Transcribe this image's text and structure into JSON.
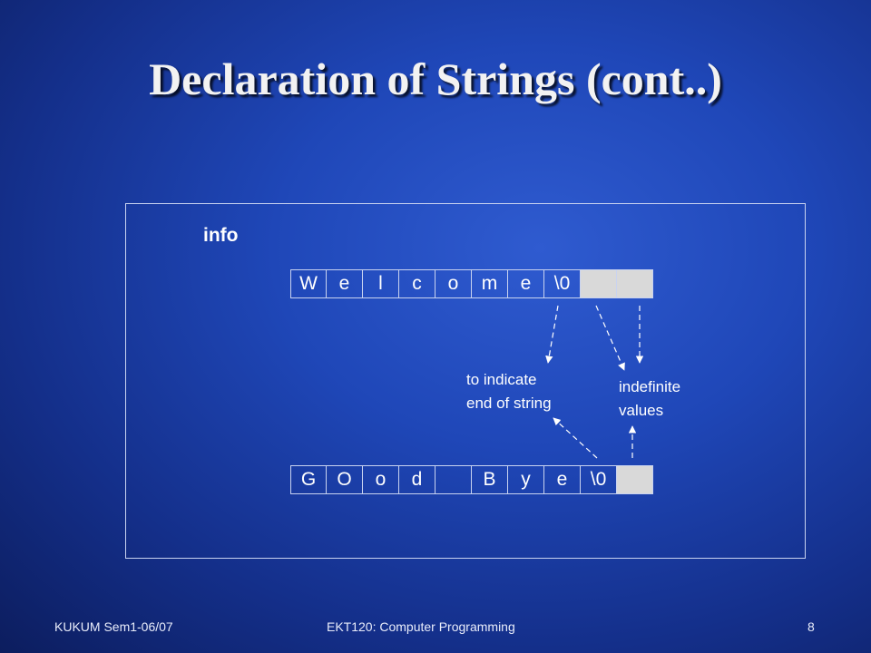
{
  "slide": {
    "title": "Declaration of Strings (cont..)"
  },
  "diagram": {
    "variable_name": "info",
    "row1": [
      "W",
      "e",
      "l",
      "c",
      "o",
      "m",
      "e",
      "\\0",
      "",
      ""
    ],
    "row2": [
      "G",
      "O",
      "o",
      "d",
      "",
      "B",
      "y",
      "e",
      "\\0",
      ""
    ],
    "row1_filled": [
      true,
      true,
      true,
      true,
      true,
      true,
      true,
      true,
      false,
      false
    ],
    "row2_filled": [
      true,
      true,
      true,
      true,
      true,
      true,
      true,
      true,
      true,
      false
    ],
    "note_end_line1": "to indicate",
    "note_end_line2": "end of string",
    "note_indef_line1": "indefinite",
    "note_indef_line2": "values"
  },
  "footer": {
    "left": "KUKUM Sem1-06/07",
    "center": "EKT120: Computer Programming",
    "page": "8"
  }
}
